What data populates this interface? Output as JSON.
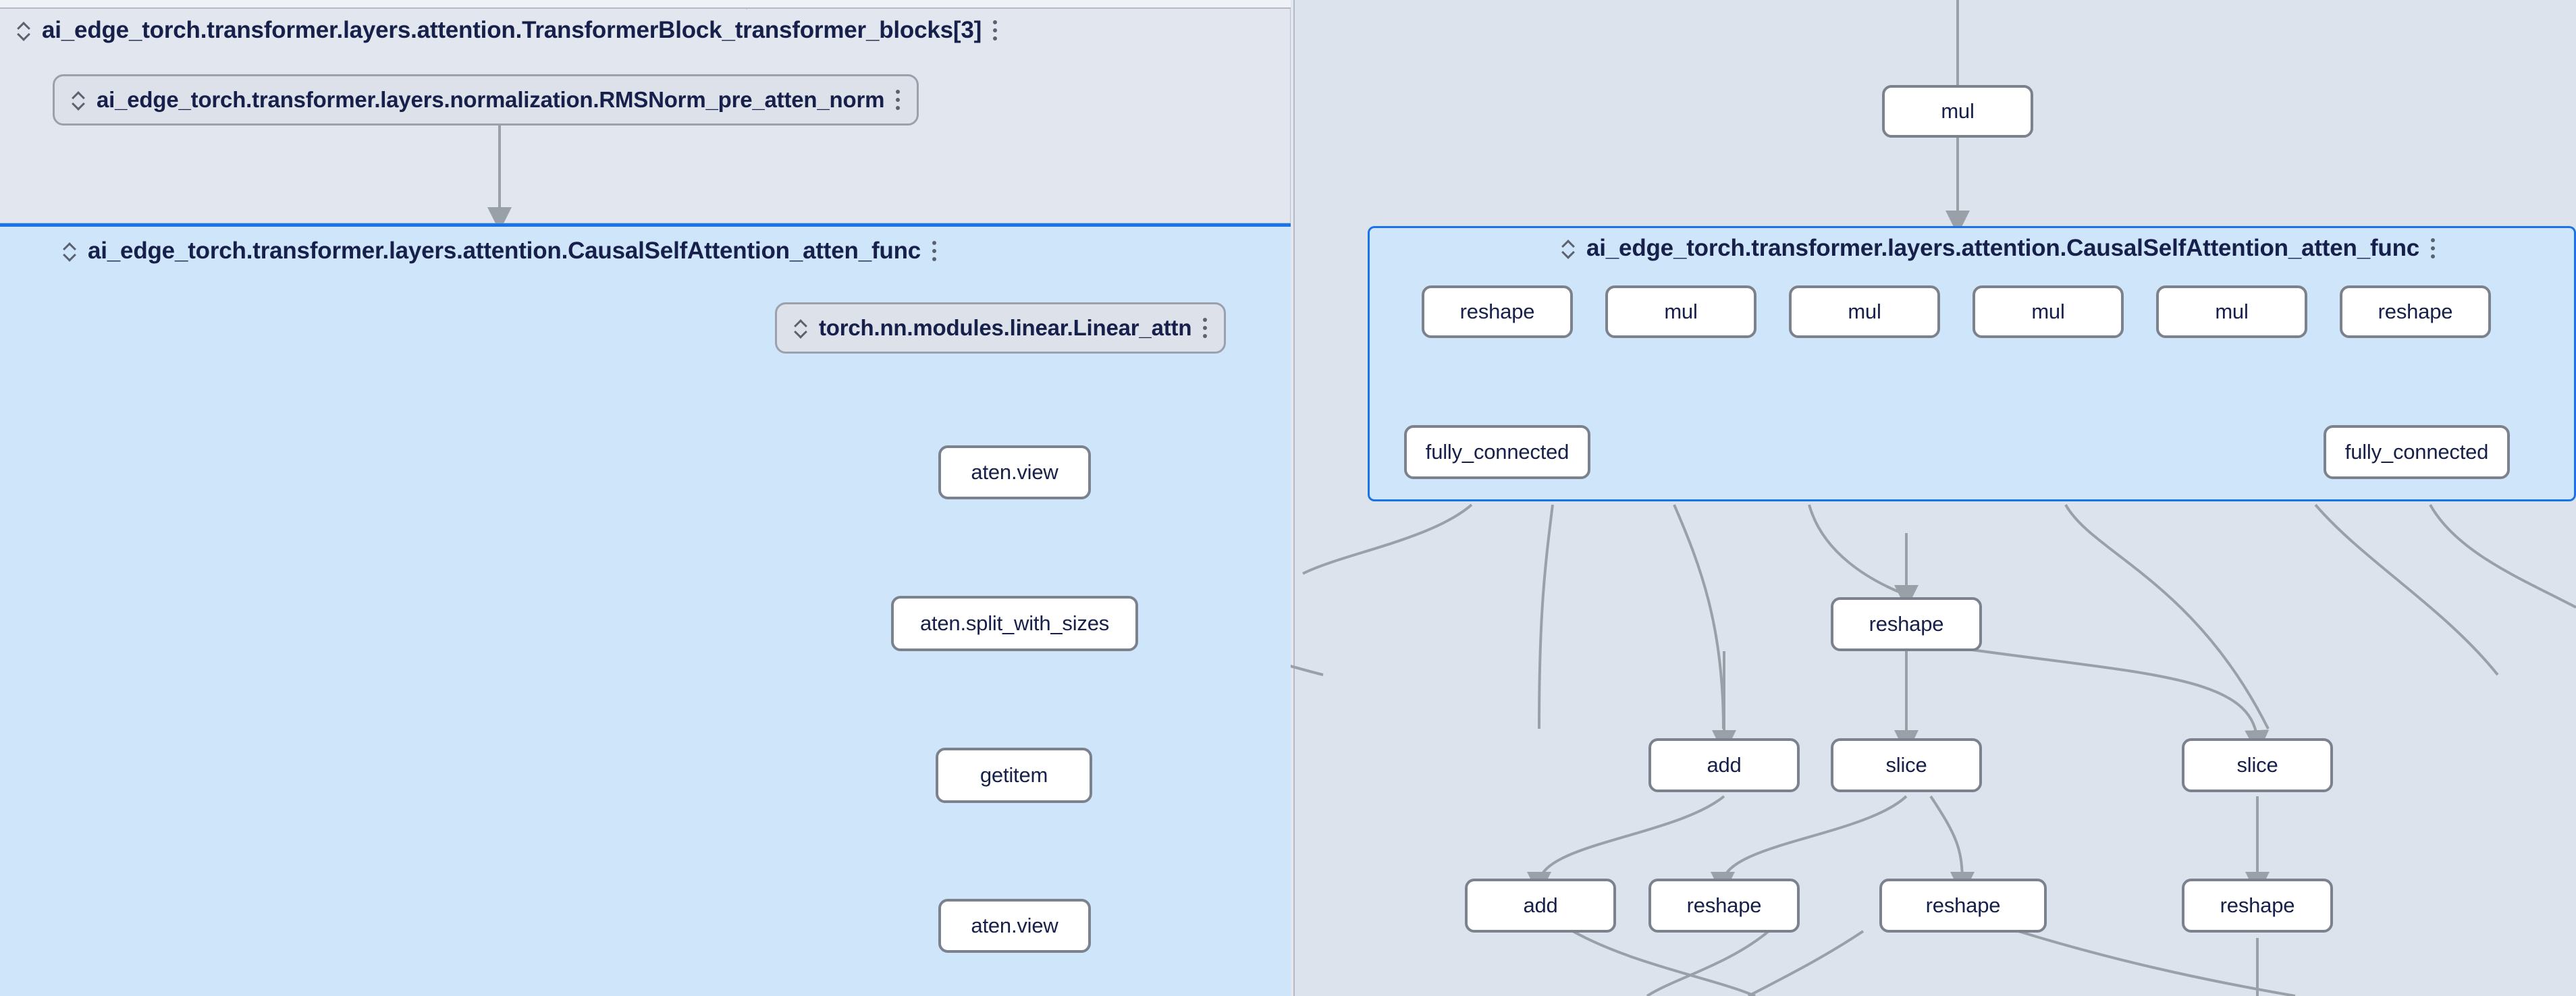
{
  "app": {
    "name": "model-explorer-graph-view",
    "background_color": "#e2e7ef"
  },
  "colors": {
    "canvas": "#e2e7ef",
    "group_gray": "#dde3ec",
    "group_blue_fill": "#cfe5fa",
    "group_blue_border": "#1a73e8",
    "node_fill": "#ffffff",
    "node_border": "#7c828d",
    "pill_fill": "#dde2ea",
    "pill_border": "#9aa1ad",
    "text": "#16204a",
    "edge": "#9aa0a8"
  },
  "groups": {
    "transformer_block": {
      "label": "ai_edge_torch.transformer.layers.attention.TransformerBlock_transformer_blocks[3]",
      "collapse_icon": "collapse-icon",
      "menu_icon": "more-vert-icon"
    },
    "causal_self_attention_left": {
      "label": "ai_edge_torch.transformer.layers.attention.CausalSelfAttention_atten_func",
      "collapse_icon": "collapse-icon",
      "menu_icon": "more-vert-icon",
      "selected": true
    },
    "causal_self_attention_right": {
      "label": "ai_edge_torch.transformer.layers.attention.CausalSelfAttention_atten_func",
      "collapse_icon": "collapse-icon",
      "menu_icon": "more-vert-icon",
      "selected": true
    }
  },
  "pills": {
    "rms_norm": {
      "label": "ai_edge_torch.transformer.layers.normalization.RMSNorm_pre_atten_norm",
      "expand_icon": "expand-collapse-icon",
      "menu_icon": "more-vert-icon"
    },
    "linear_attn": {
      "label": "torch.nn.modules.linear.Linear_attn",
      "expand_icon": "expand-collapse-icon",
      "menu_icon": "more-vert-icon"
    }
  },
  "nodes": {
    "mul_top": "mul",
    "reshape_q": "reshape",
    "mul_1": "mul",
    "mul_2": "mul",
    "mul_3": "mul",
    "mul_4": "mul",
    "reshape_k": "reshape",
    "fully_connected_left": "fully_connected",
    "fully_connected_right": "fully_connected",
    "aten_view_1": "aten.view",
    "aten_split_with_sizes": "aten.split_with_sizes",
    "getitem": "getitem",
    "aten_view_2": "aten.view",
    "reshape_mid": "reshape",
    "add_a": "add",
    "slice_a": "slice",
    "slice_b": "slice",
    "add_b": "add",
    "reshape_r1": "reshape",
    "reshape_r2": "reshape",
    "reshape_r3": "reshape"
  }
}
